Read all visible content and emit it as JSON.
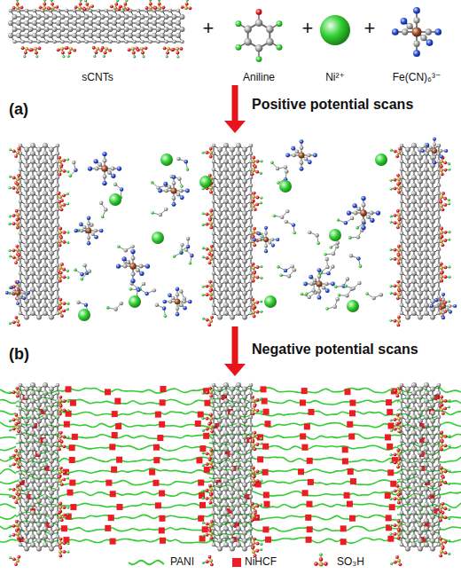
{
  "diagram": {
    "labels": [
      "+",
      "+",
      "+",
      "sCNTs",
      "Aniline",
      "Ni²⁺",
      "Fe(CN)₆³⁻",
      "(a)",
      "Positive potential scans",
      "(b)",
      "Negative potential scans"
    ],
    "legend": [
      {
        "text": "PANI"
      },
      {
        "text": "NiHCF",
        "color": "#ee1c24"
      },
      {
        "text": "SO₃H"
      }
    ]
  }
}
